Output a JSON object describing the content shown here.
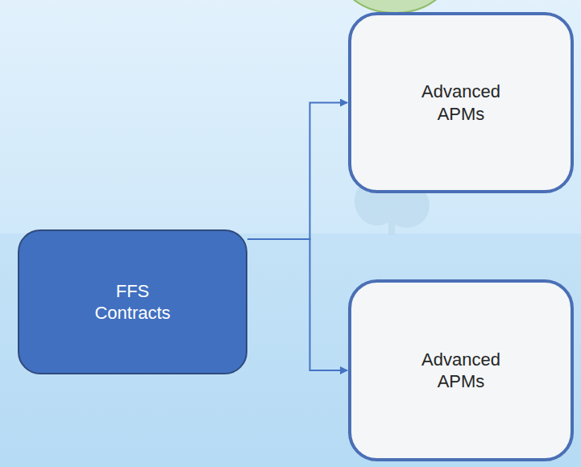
{
  "diagram": {
    "nodes": [
      {
        "text": [
          "FFS Contracts"
        ]
      },
      {
        "text": [
          "Advanced APMs"
        ]
      },
      {
        "text": [
          "Advanced APMs"
        ]
      }
    ],
    "edges": [
      {
        "from": 0,
        "to": 1,
        "arrow": "to"
      },
      {
        "from": 0,
        "to": 2,
        "arrow": "to"
      }
    ]
  }
}
